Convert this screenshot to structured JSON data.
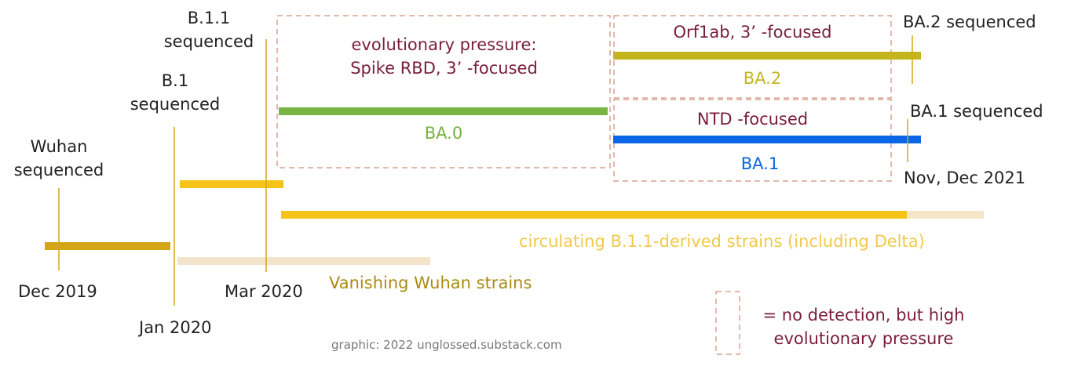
{
  "events": {
    "wuhan_sequenced": [
      "Wuhan",
      "sequenced"
    ],
    "b1_sequenced": [
      "B.1",
      "sequenced"
    ],
    "b11_sequenced": [
      "B.1.1",
      "sequenced"
    ],
    "ba2_sequenced": "BA.2 sequenced",
    "ba1_sequenced": "BA.1 sequenced"
  },
  "dates": {
    "dec_2019": "Dec 2019",
    "jan_2020": "Jan 2020",
    "mar_2020": "Mar 2020",
    "nov_dec_2021": "Nov, Dec 2021"
  },
  "pressure_boxes": {
    "spike": [
      "evolutionary pressure:",
      "Spike RBD, 3’ -focused"
    ],
    "orf1ab": "Orf1ab, 3’ -focused",
    "ntd": "NTD -focused"
  },
  "lineages": {
    "ba0": "BA.0",
    "ba1": "BA.1",
    "ba2": "BA.2",
    "circulating": "circulating B.1.1-derived strains (including Delta)",
    "vanishing": "Vanishing Wuhan strains"
  },
  "legend": [
    "= no detection, but high",
    "evolutionary pressure"
  ],
  "credit": "graphic: 2022 unglossed.substack.com",
  "colors": {
    "wuhan_bar": "#d4a516",
    "b1_bar": "#f6c419",
    "circulating_bar": "#f6c419",
    "circulating_fade": "#f4e6c6",
    "vanishing_bar": "#f1e4c8",
    "ba0_bar": "#78b545",
    "ba1_bar": "#0a66e6",
    "ba2_bar": "#c4b51e",
    "event_line": "#d2a617",
    "dashed_box": "#d9a291",
    "label_maroon": "#7a1d3d"
  }
}
